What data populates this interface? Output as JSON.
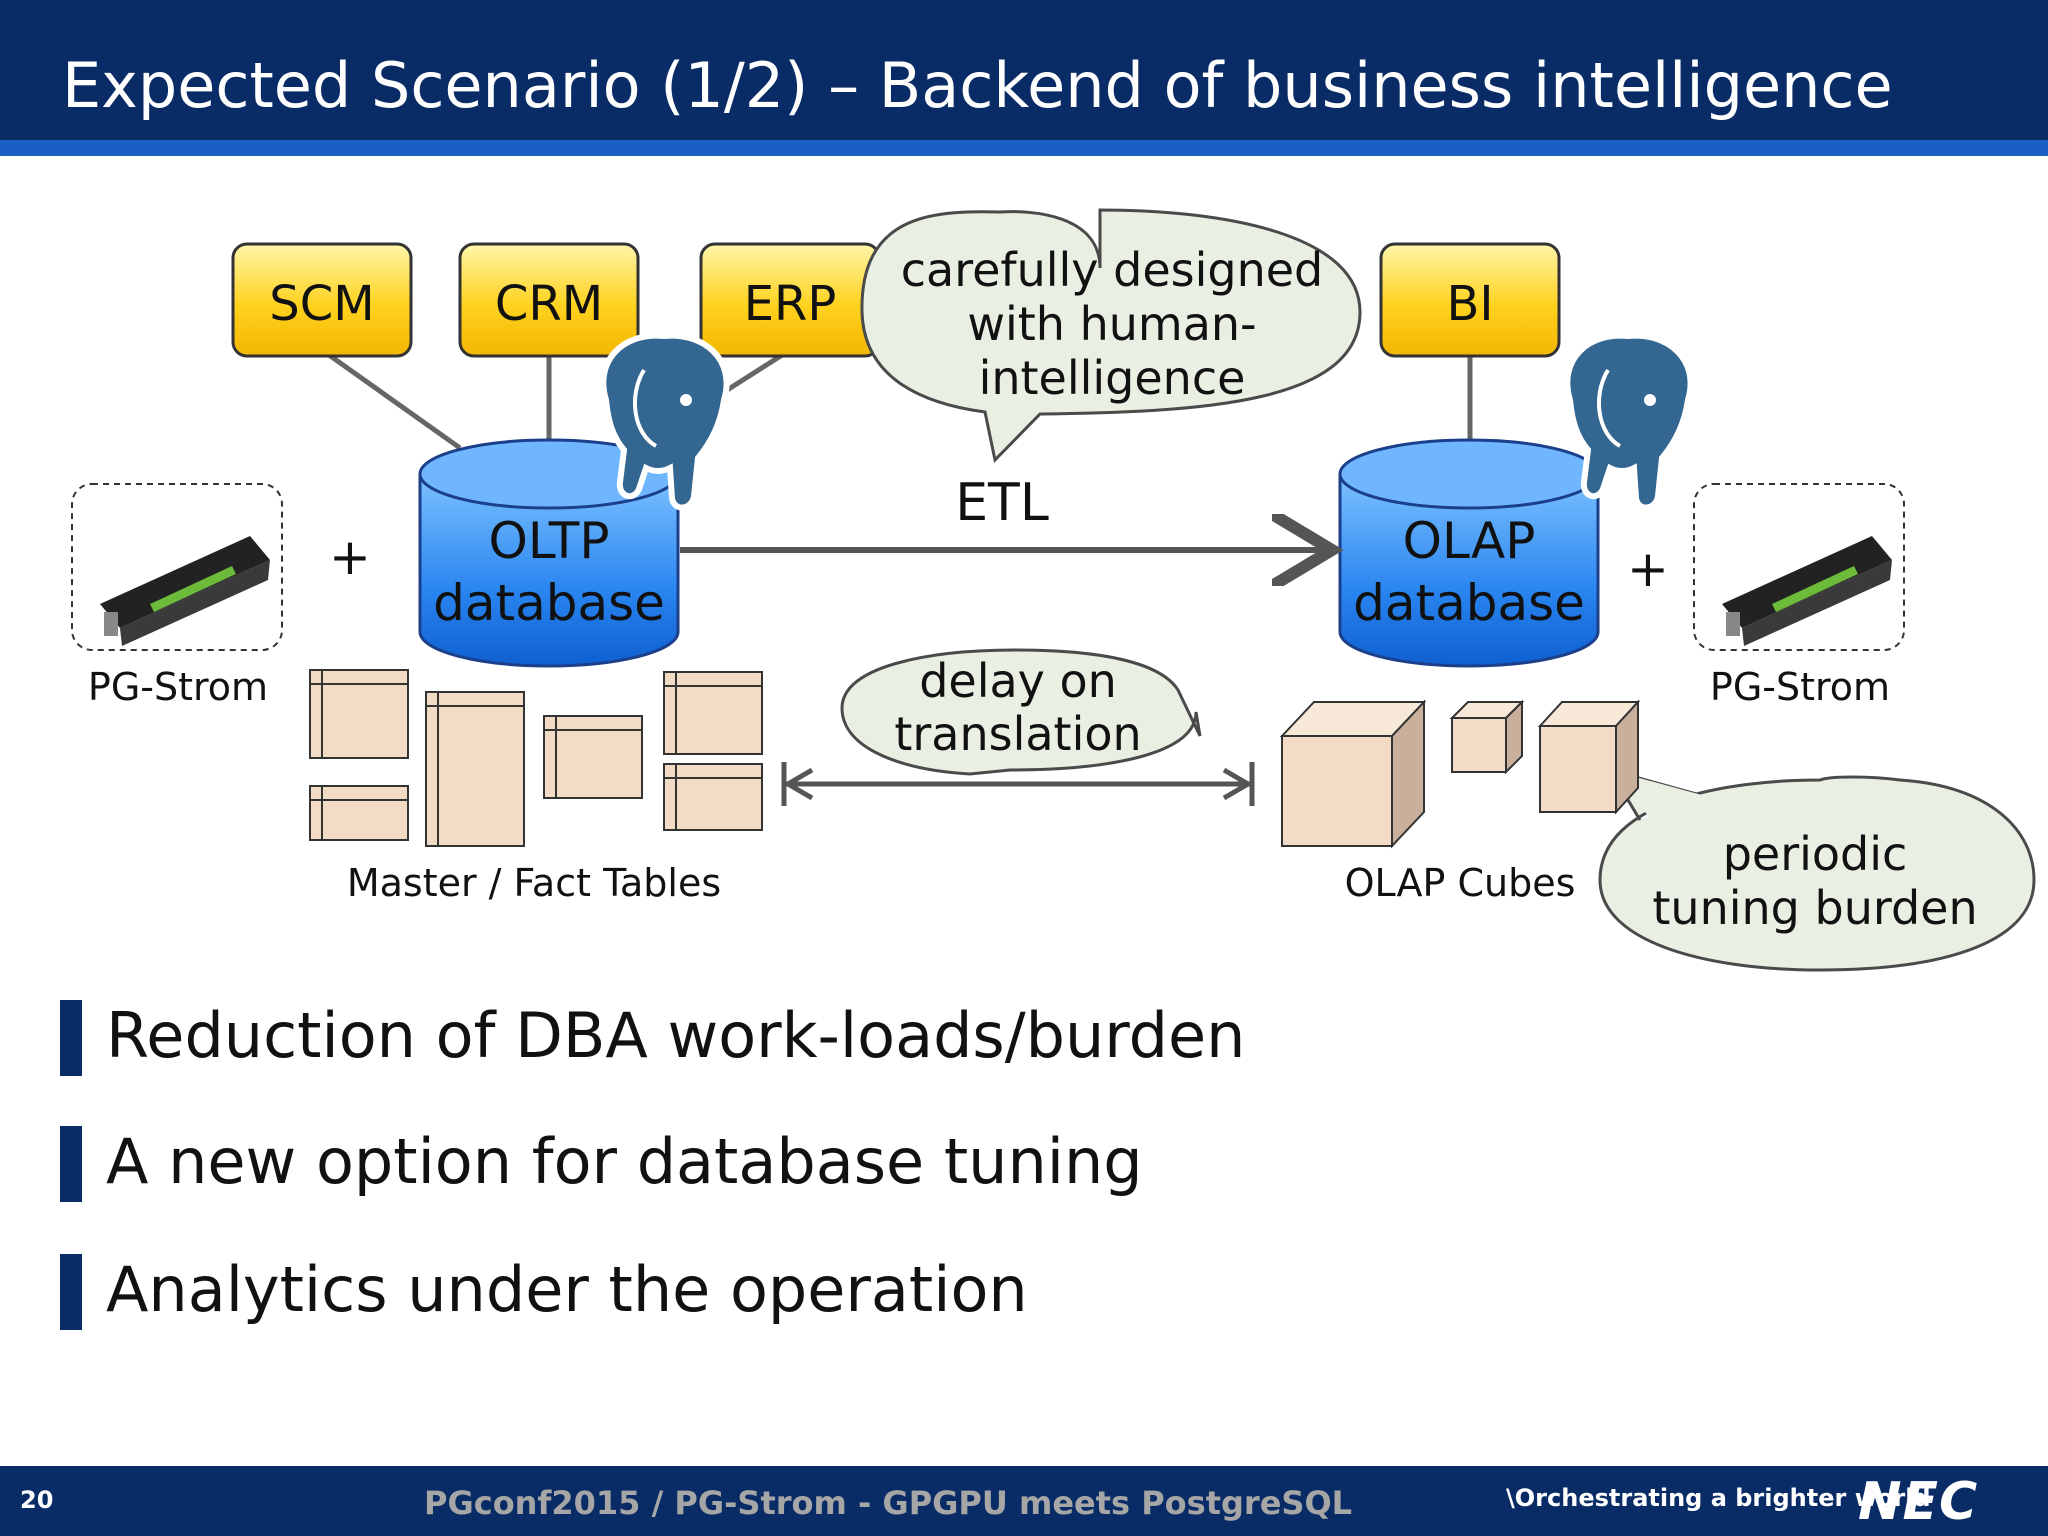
{
  "header": {
    "title": "Expected Scenario (1/2) – Backend of business intelligence"
  },
  "diagram": {
    "apps": [
      "SCM",
      "CRM",
      "ERP",
      "BI"
    ],
    "oltp_label": [
      "OLTP",
      "database"
    ],
    "olap_label": [
      "OLAP",
      "database"
    ],
    "etl_label": "ETL",
    "plus_sign": "+",
    "pg_strom_label": "PG-Strom",
    "callout_design": [
      "carefully designed",
      "with human-",
      "intelligence"
    ],
    "callout_delay": [
      "delay on",
      "translation"
    ],
    "callout_tuning": [
      "periodic",
      "tuning burden"
    ],
    "tables_label": "Master / Fact Tables",
    "cubes_label": "OLAP Cubes",
    "colors": {
      "app_box": "#ffd21f",
      "db_blue": "#1f78e8",
      "callout_fill": "#e9efe2",
      "table_fill": "#f2dcc6",
      "navy": "#0a2c66"
    }
  },
  "bullets": [
    "Reduction of DBA work-loads/burden",
    "A new option for database tuning",
    "Analytics under the operation"
  ],
  "footer": {
    "page_number": "20",
    "text": "PGconf2015 / PG-Strom - GPGPU meets PostgreSQL",
    "tagline": "\\Orchestrating a brighter world",
    "logo": "NEC"
  }
}
